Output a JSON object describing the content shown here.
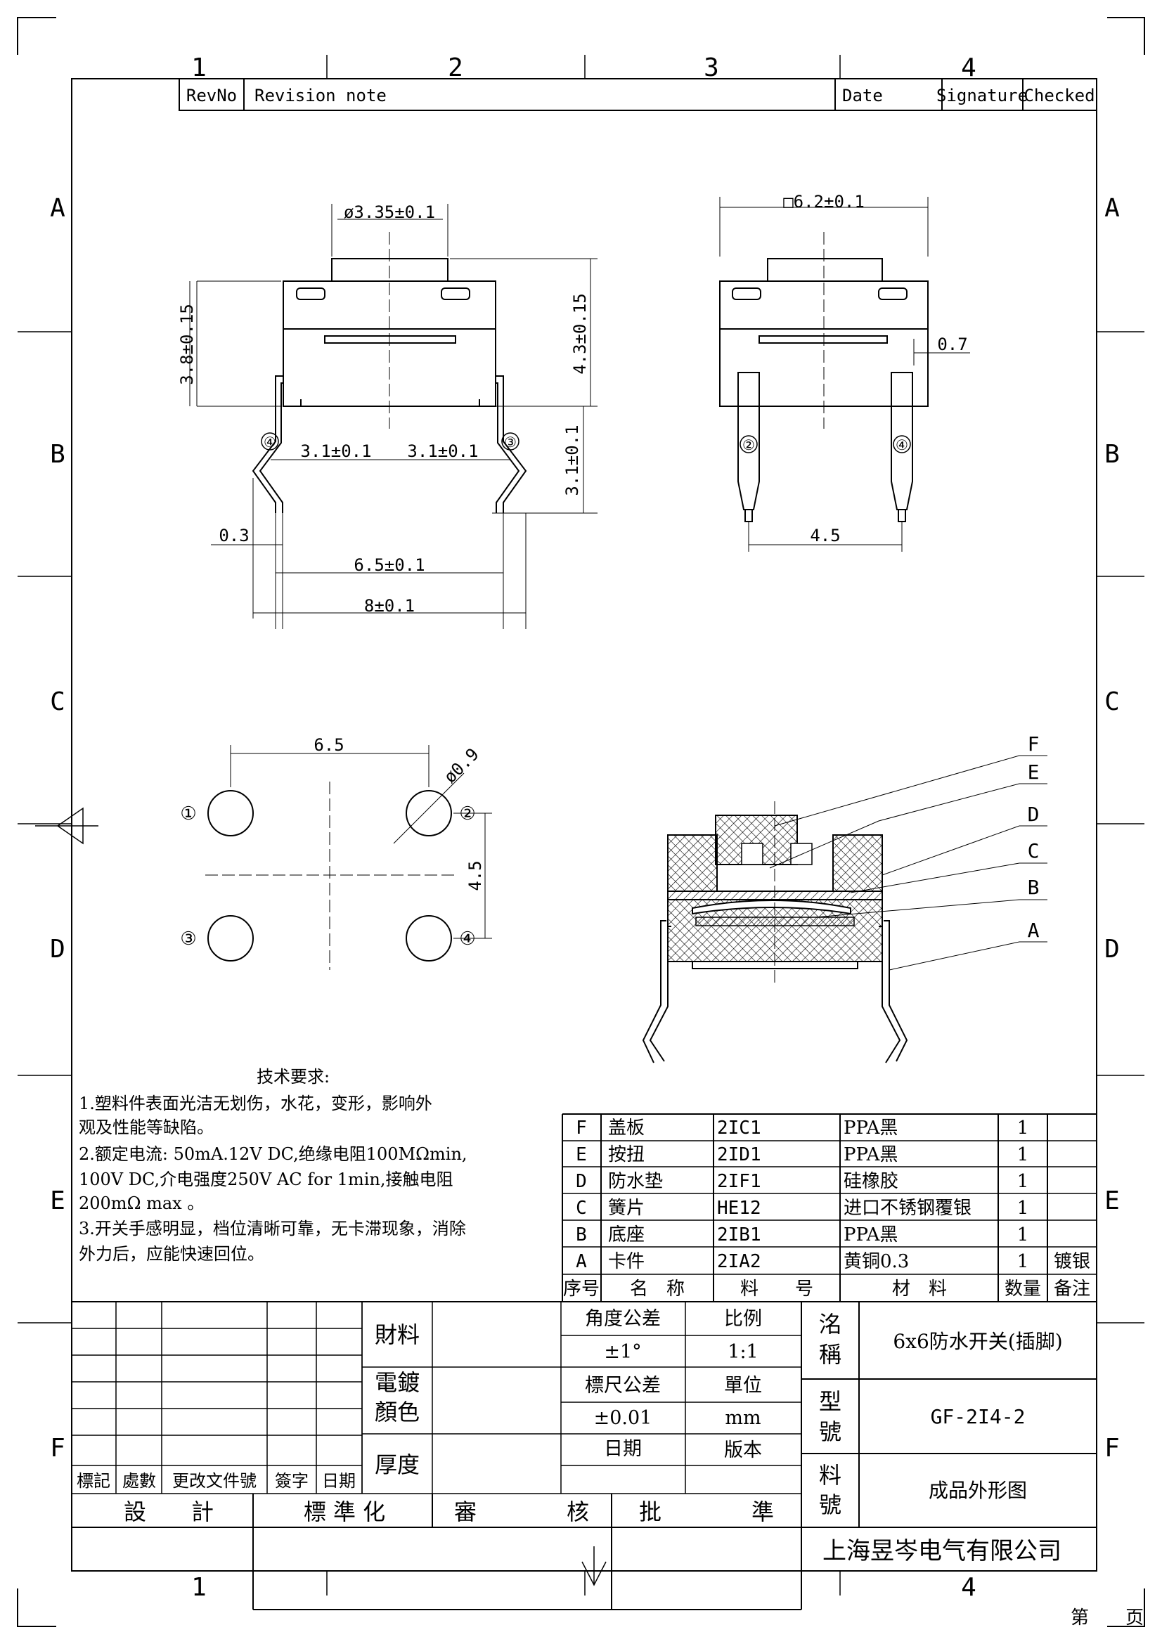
{
  "grid": {
    "columns": [
      "1",
      "2",
      "3",
      "4"
    ],
    "rows": [
      "A",
      "B",
      "C",
      "D",
      "E",
      "F"
    ]
  },
  "revision": {
    "revno": "RevNo",
    "note": "Revision note",
    "date": "Date",
    "signature": "Signature",
    "checked": "Checked"
  },
  "dims": {
    "d_cap": "ø3.35±0.1",
    "sq_body": "□6.2±0.1",
    "h_body": "3.8±0.15",
    "h_total": "4.3±0.15",
    "h_pin": "3.1±0.1",
    "half_left": "3.1±0.1",
    "half_right": "3.1±0.1",
    "pin_thk": "0.3",
    "pin_span": "6.5±0.1",
    "total_w": "8±0.1",
    "side_thk": "0.7",
    "side_span": "4.5",
    "hole_x": "6.5",
    "hole_y": "4.5",
    "hole_d": "ø0.9"
  },
  "pins": [
    "①",
    "②",
    "③",
    "④"
  ],
  "parts_callouts": [
    "F",
    "E",
    "D",
    "C",
    "B",
    "A"
  ],
  "notes": {
    "title": "技术要求:",
    "lines": [
      "1.塑料件表面光洁无划伤，水花，变形，影响外",
      "  观及性能等缺陷。",
      "2.额定电流: 50mA.12V DC,绝缘电阻100MΩmin,",
      "  100V DC,介电强度250V AC for 1min,接触电阻",
      "  200mΩ max 。",
      "3.开关手感明显，档位清晰可靠，无卡滞现象，消除",
      "  外力后，应能快速回位。"
    ]
  },
  "bom": {
    "rows": [
      {
        "id": "F",
        "name": "盖板",
        "code": "2IC1",
        "material": "PPA黑",
        "qty": "1",
        "note": ""
      },
      {
        "id": "E",
        "name": "按扭",
        "code": "2ID1",
        "material": "PPA黑",
        "qty": "1",
        "note": ""
      },
      {
        "id": "D",
        "name": "防水垫",
        "code": "2IF1",
        "material": "硅橡胶",
        "qty": "1",
        "note": ""
      },
      {
        "id": "C",
        "name": "簧片",
        "code": "HE12",
        "material": "进口不锈钢覆银",
        "qty": "1",
        "note": ""
      },
      {
        "id": "B",
        "name": "底座",
        "code": "2IB1",
        "material": "PPA黑",
        "qty": "1",
        "note": ""
      },
      {
        "id": "A",
        "name": "卡件",
        "code": "2IA2",
        "material": "黄铜0.3",
        "qty": "1",
        "note": "镀银"
      }
    ],
    "header": {
      "id": "序号",
      "name": "名　称",
      "code": "料　　号",
      "material": "材　料",
      "qty": "数量",
      "note": "备注"
    }
  },
  "title_block": {
    "mark": "標記",
    "count": "處數",
    "doc": "更改文件號",
    "sign": "簽字",
    "date": "日期",
    "material_label": "財料",
    "plating_label": "電鍍\n顏色",
    "thickness_label": "厚度",
    "angle_tol_label": "角度公差",
    "angle_tol": "±1°",
    "scale_label": "比例",
    "scale": "1:1",
    "dim_tol_label": "標尺公差",
    "dim_tol": "±0.01",
    "unit_label": "單位",
    "unit": "mm",
    "date_label": "日期",
    "version_label": "版本",
    "name_label": "洺\n稱",
    "name": "6x6防水开关(插脚)",
    "model_label": "型\n號",
    "model": "GF-2I4-2",
    "part_label": "料\n號",
    "part": "成品外形图",
    "design": "設　　計",
    "standard": "標 準 化",
    "review": "審　　　　核",
    "approve": "批　　　　準",
    "company": "上海昱岑电气有限公司",
    "page": "第　　页"
  }
}
